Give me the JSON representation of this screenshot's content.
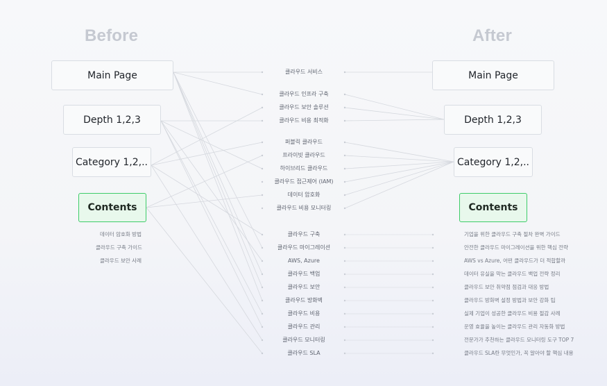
{
  "before_label": "Before",
  "after_label": "After",
  "before_nodes": [
    "Main Page",
    "Depth 1,2,3",
    "Category 1,2,..",
    "Contents"
  ],
  "after_nodes": [
    "Main Page",
    "Depth 1,2,3",
    "Category 1,2,..",
    "Contents"
  ],
  "before_contents": [
    "데이터 암호화 방법",
    "클라우드 구축 가이드",
    "클라우드 보안 사례"
  ],
  "middle_items": [
    "클라우드 서비스",
    "클라우드 인프라 구축",
    "클라우드 보안 솔루션",
    "클라우드 비용 최적화",
    "퍼블릭 클라우드",
    "프라이빗 클라우드",
    "하이브리드 클라우드",
    "클라우드 접근제어 (IAM)",
    "데이터 암호화",
    "클라우드 비용 모니터링",
    "클라우드 구축",
    "클라우드 마이그레이션",
    "AWS, Azure",
    "클라우드 백업",
    "클라우드 보안",
    "클라우드 방화벽",
    "클라우드 비용",
    "클라우드 관리",
    "클라우드 모니터링",
    "클라우드 SLA"
  ],
  "after_contents": [
    "기업을 위한 클라우드 구축 절차 완벽 가이드",
    "안전한 클라우드 마이그레이션을 위한 핵심 전략",
    "AWS vs Azure, 어떤 클라우드가 더 적합할까",
    "데이터 유실을 막는 클라우드 백업 전략 정리",
    "클라우드 보안 취약점 점검과 대응 방법",
    "클라우드 방화벽 설정 방법과 보안 강화 팁",
    "실제 기업이 성공한 클라우드 비용 절감 사례",
    "운영 효율을 높이는 클라우드 관리 자동화 방법",
    "전문가가 추천하는 클라우드 모니터링 도구 TOP 7",
    "클라우드 SLA란 무엇인가, 꼭 알아야 할 핵심 내용"
  ],
  "colors": {
    "heading": "#c5c9d1",
    "line": "#d5d8de",
    "box_border": "#d9dde3",
    "contents_border": "#3dcc68",
    "contents_fill": "#e8f8ec"
  }
}
